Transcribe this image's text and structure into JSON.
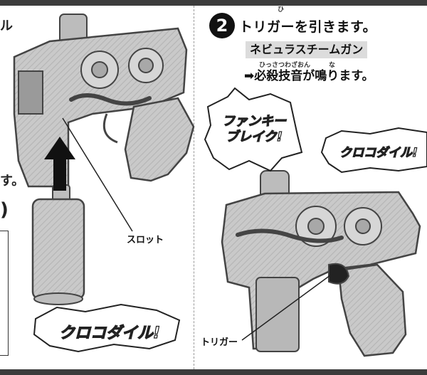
{
  "step": {
    "number": "2",
    "instruction": "トリガーを引きます。",
    "ruby_hiki": "ひ"
  },
  "weapon_name": "ネビュラスチームガン",
  "result": {
    "text": "➡必殺技音が鳴ります。",
    "ruby_hissatsuwazaon": "ひっさつわざおん",
    "ruby_na": "な"
  },
  "callouts": {
    "funky_break_line1": "ファンキー",
    "funky_break_line2": "ブレイク!",
    "crocodile_right": "クロコダイル!",
    "crocodile_left": "クロコダイル!"
  },
  "labels": {
    "slot": "スロット",
    "trigger": "トリガー"
  },
  "edge_fragments": {
    "top_left": "ル",
    "mid_left": "す。",
    "left_paren": ")"
  },
  "colors": {
    "frame": "#3c3c3c",
    "tag_bg": "#dcdcdc",
    "gun_fill": "#c9c9c9",
    "gun_stroke": "#444444"
  }
}
